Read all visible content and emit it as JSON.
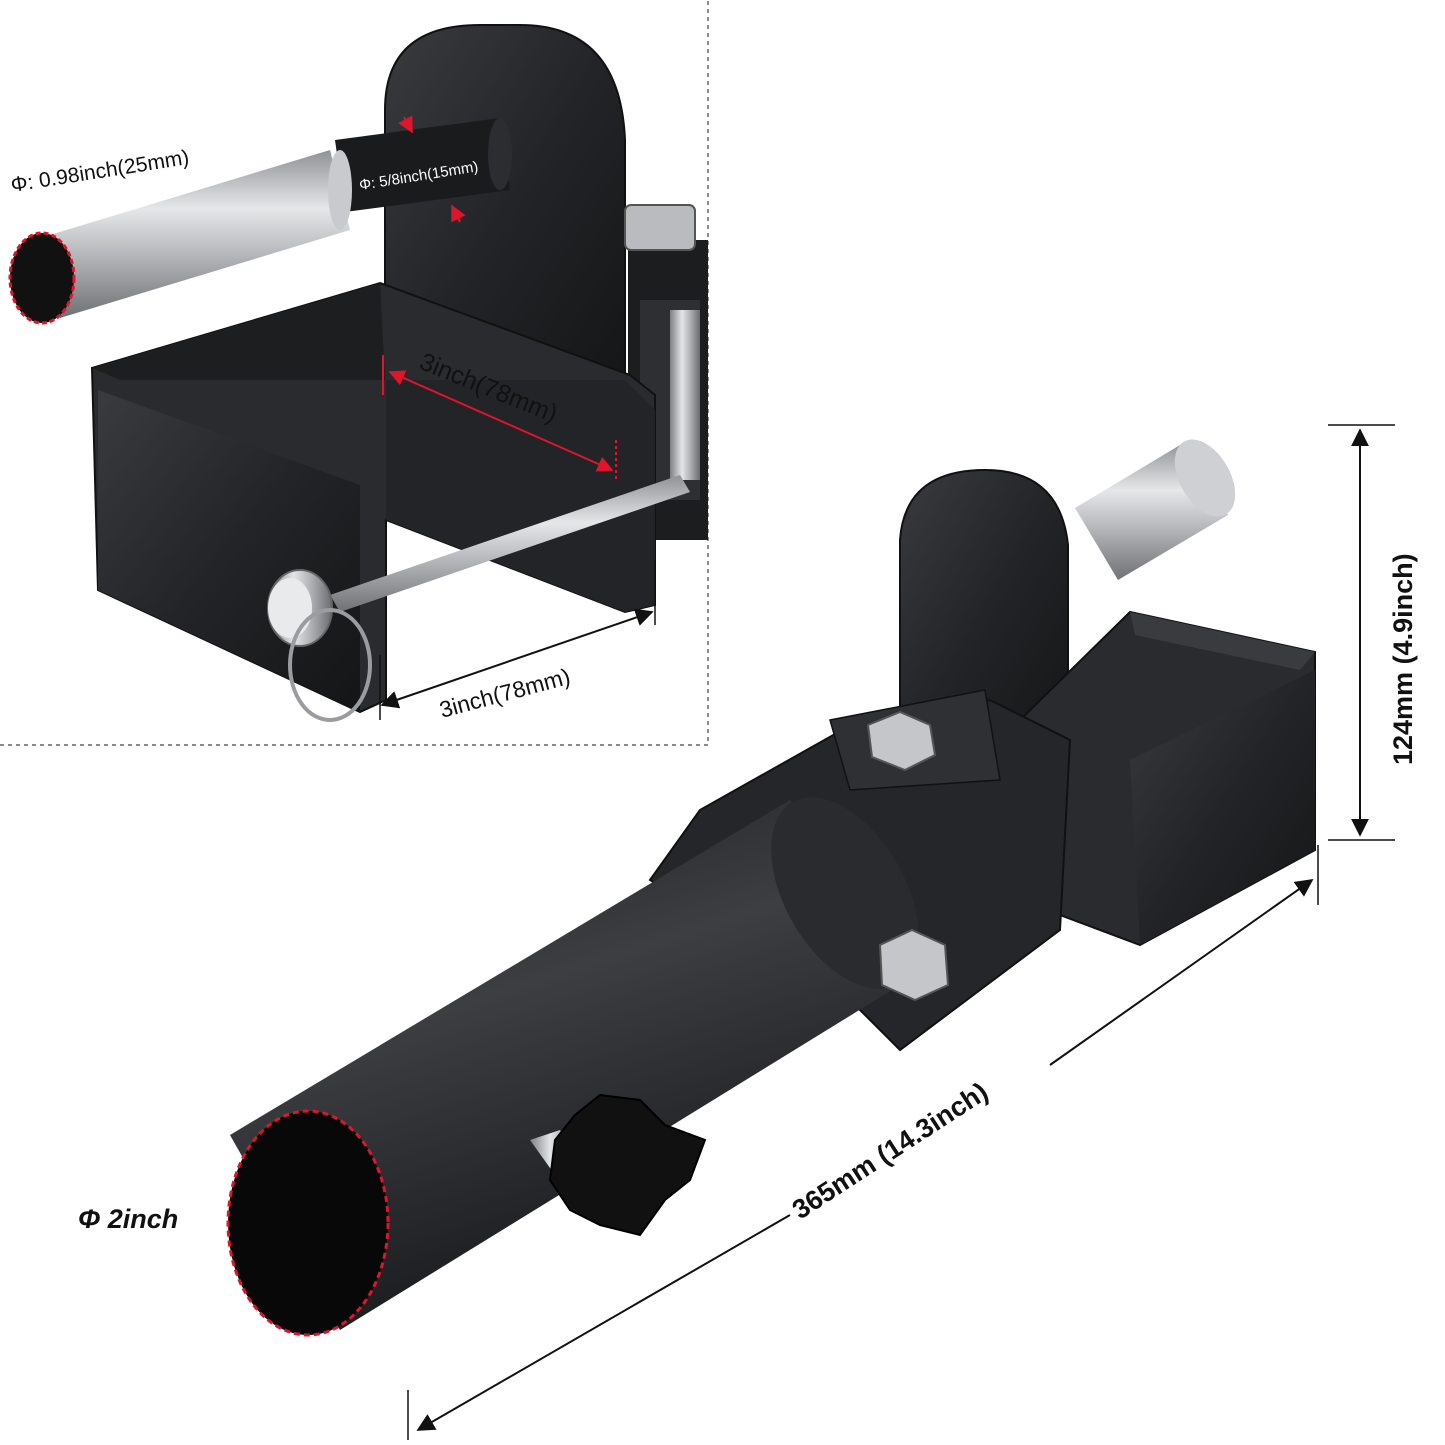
{
  "inset": {
    "sleeve_outer_diameter": "Φ: 0.98inch(25mm)",
    "pin_diameter": "Φ: 5/8inch(15mm)",
    "bracket_depth": "3inch(78mm)",
    "bracket_width": "3inch(78mm)"
  },
  "main": {
    "tube_diameter": "Φ 2inch",
    "overall_length": "365mm (14.3inch)",
    "overall_height": "124mm (4.9inch)"
  },
  "colors": {
    "metal_black": "#1e1f21",
    "metal_dark": "#2b2c2f",
    "metal_edge": "#3a3b3f",
    "steel_light": "#d9dadc",
    "steel_mid": "#a7a9ad",
    "measure_red": "#e0142a",
    "line_black": "#111111"
  }
}
